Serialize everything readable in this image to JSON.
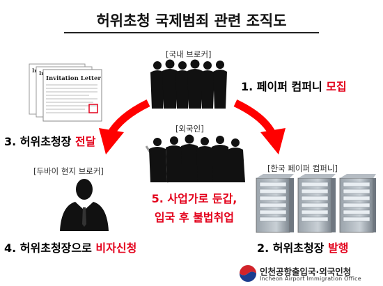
{
  "title": "허위초청 국제범죄 관련 조직도",
  "labels": {
    "domestic_broker": "[국내 브로커]",
    "foreigner": "[외국인]",
    "dubai_broker": "[두바이 현지 브로커]",
    "korean_paper_company": "[한국 페이퍼 컴퍼니]"
  },
  "steps": [
    {
      "number": "1.",
      "text": "페이퍼 컴퍼니",
      "highlight": "모집"
    },
    {
      "number": "2.",
      "text": "허위초청장",
      "highlight": "발행"
    },
    {
      "number": "3.",
      "text": "허위초청장",
      "highlight": "전달"
    },
    {
      "number": "4.",
      "text": "허위초청장으로",
      "highlight": "비자신청"
    },
    {
      "number": "5.",
      "line1": "사업가로 둔갑,",
      "line2": "입국 후 불법취업"
    }
  ],
  "invitation_letter": "Invitation Letter",
  "logo": {
    "korean": "인천공항출입국·외국인청",
    "english": "Incheon Airport Immigration Office"
  },
  "colors": {
    "accent_red": "#e3001b",
    "arrow_red": "#ff0000",
    "silhouette": "#111111"
  }
}
